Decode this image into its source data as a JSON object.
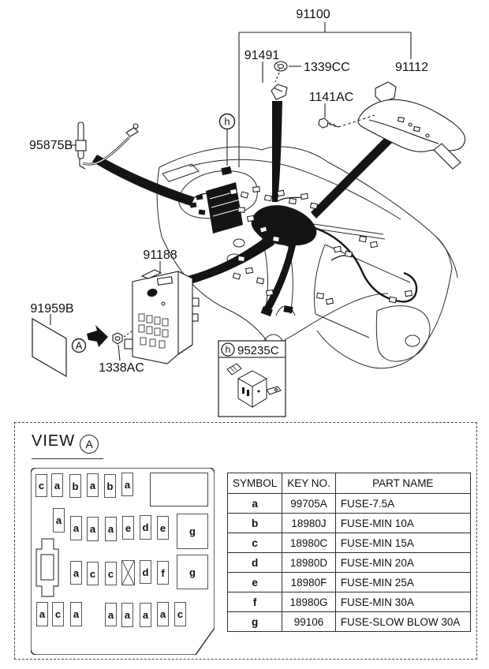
{
  "part_labels": {
    "main_harness": "91100",
    "clip": "91491",
    "grommet": "1339CC",
    "crossbar": "91112",
    "bolt": "1141AC",
    "antenna_cable": "95875B",
    "junction_box": "91188",
    "pad": "91959B",
    "nut": "1338AC",
    "switch_detail": "95235C"
  },
  "markers": {
    "h": "h",
    "a": "A"
  },
  "view_section": {
    "title": "VIEW",
    "marker": "A",
    "fuse_cells": [
      "c",
      "a",
      "b",
      "a",
      "b",
      "a",
      "a",
      "a",
      "a",
      "a",
      "e",
      "d",
      "e",
      "g",
      "a",
      "c",
      "c",
      "d",
      "f",
      "g",
      "a",
      "c",
      "a",
      "a",
      "a",
      "a",
      "a",
      "c"
    ],
    "table": {
      "headers": [
        "SYMBOL",
        "KEY NO.",
        "PART NAME"
      ],
      "rows": [
        {
          "symbol": "a",
          "key_no": "99705A",
          "part_name": "FUSE-7.5A"
        },
        {
          "symbol": "b",
          "key_no": "18980J",
          "part_name": "FUSE-MIN 10A"
        },
        {
          "symbol": "c",
          "key_no": "18980C",
          "part_name": "FUSE-MIN 15A"
        },
        {
          "symbol": "d",
          "key_no": "18980D",
          "part_name": "FUSE-MIN 20A"
        },
        {
          "symbol": "e",
          "key_no": "18980F",
          "part_name": "FUSE-MIN 25A"
        },
        {
          "symbol": "f",
          "key_no": "18980G",
          "part_name": "FUSE-MIN 30A"
        },
        {
          "symbol": "g",
          "key_no": "99106",
          "part_name": "FUSE-SLOW BLOW 30A"
        }
      ]
    }
  },
  "colors": {
    "line": "#1c1c1c",
    "background": "#ffffff"
  }
}
